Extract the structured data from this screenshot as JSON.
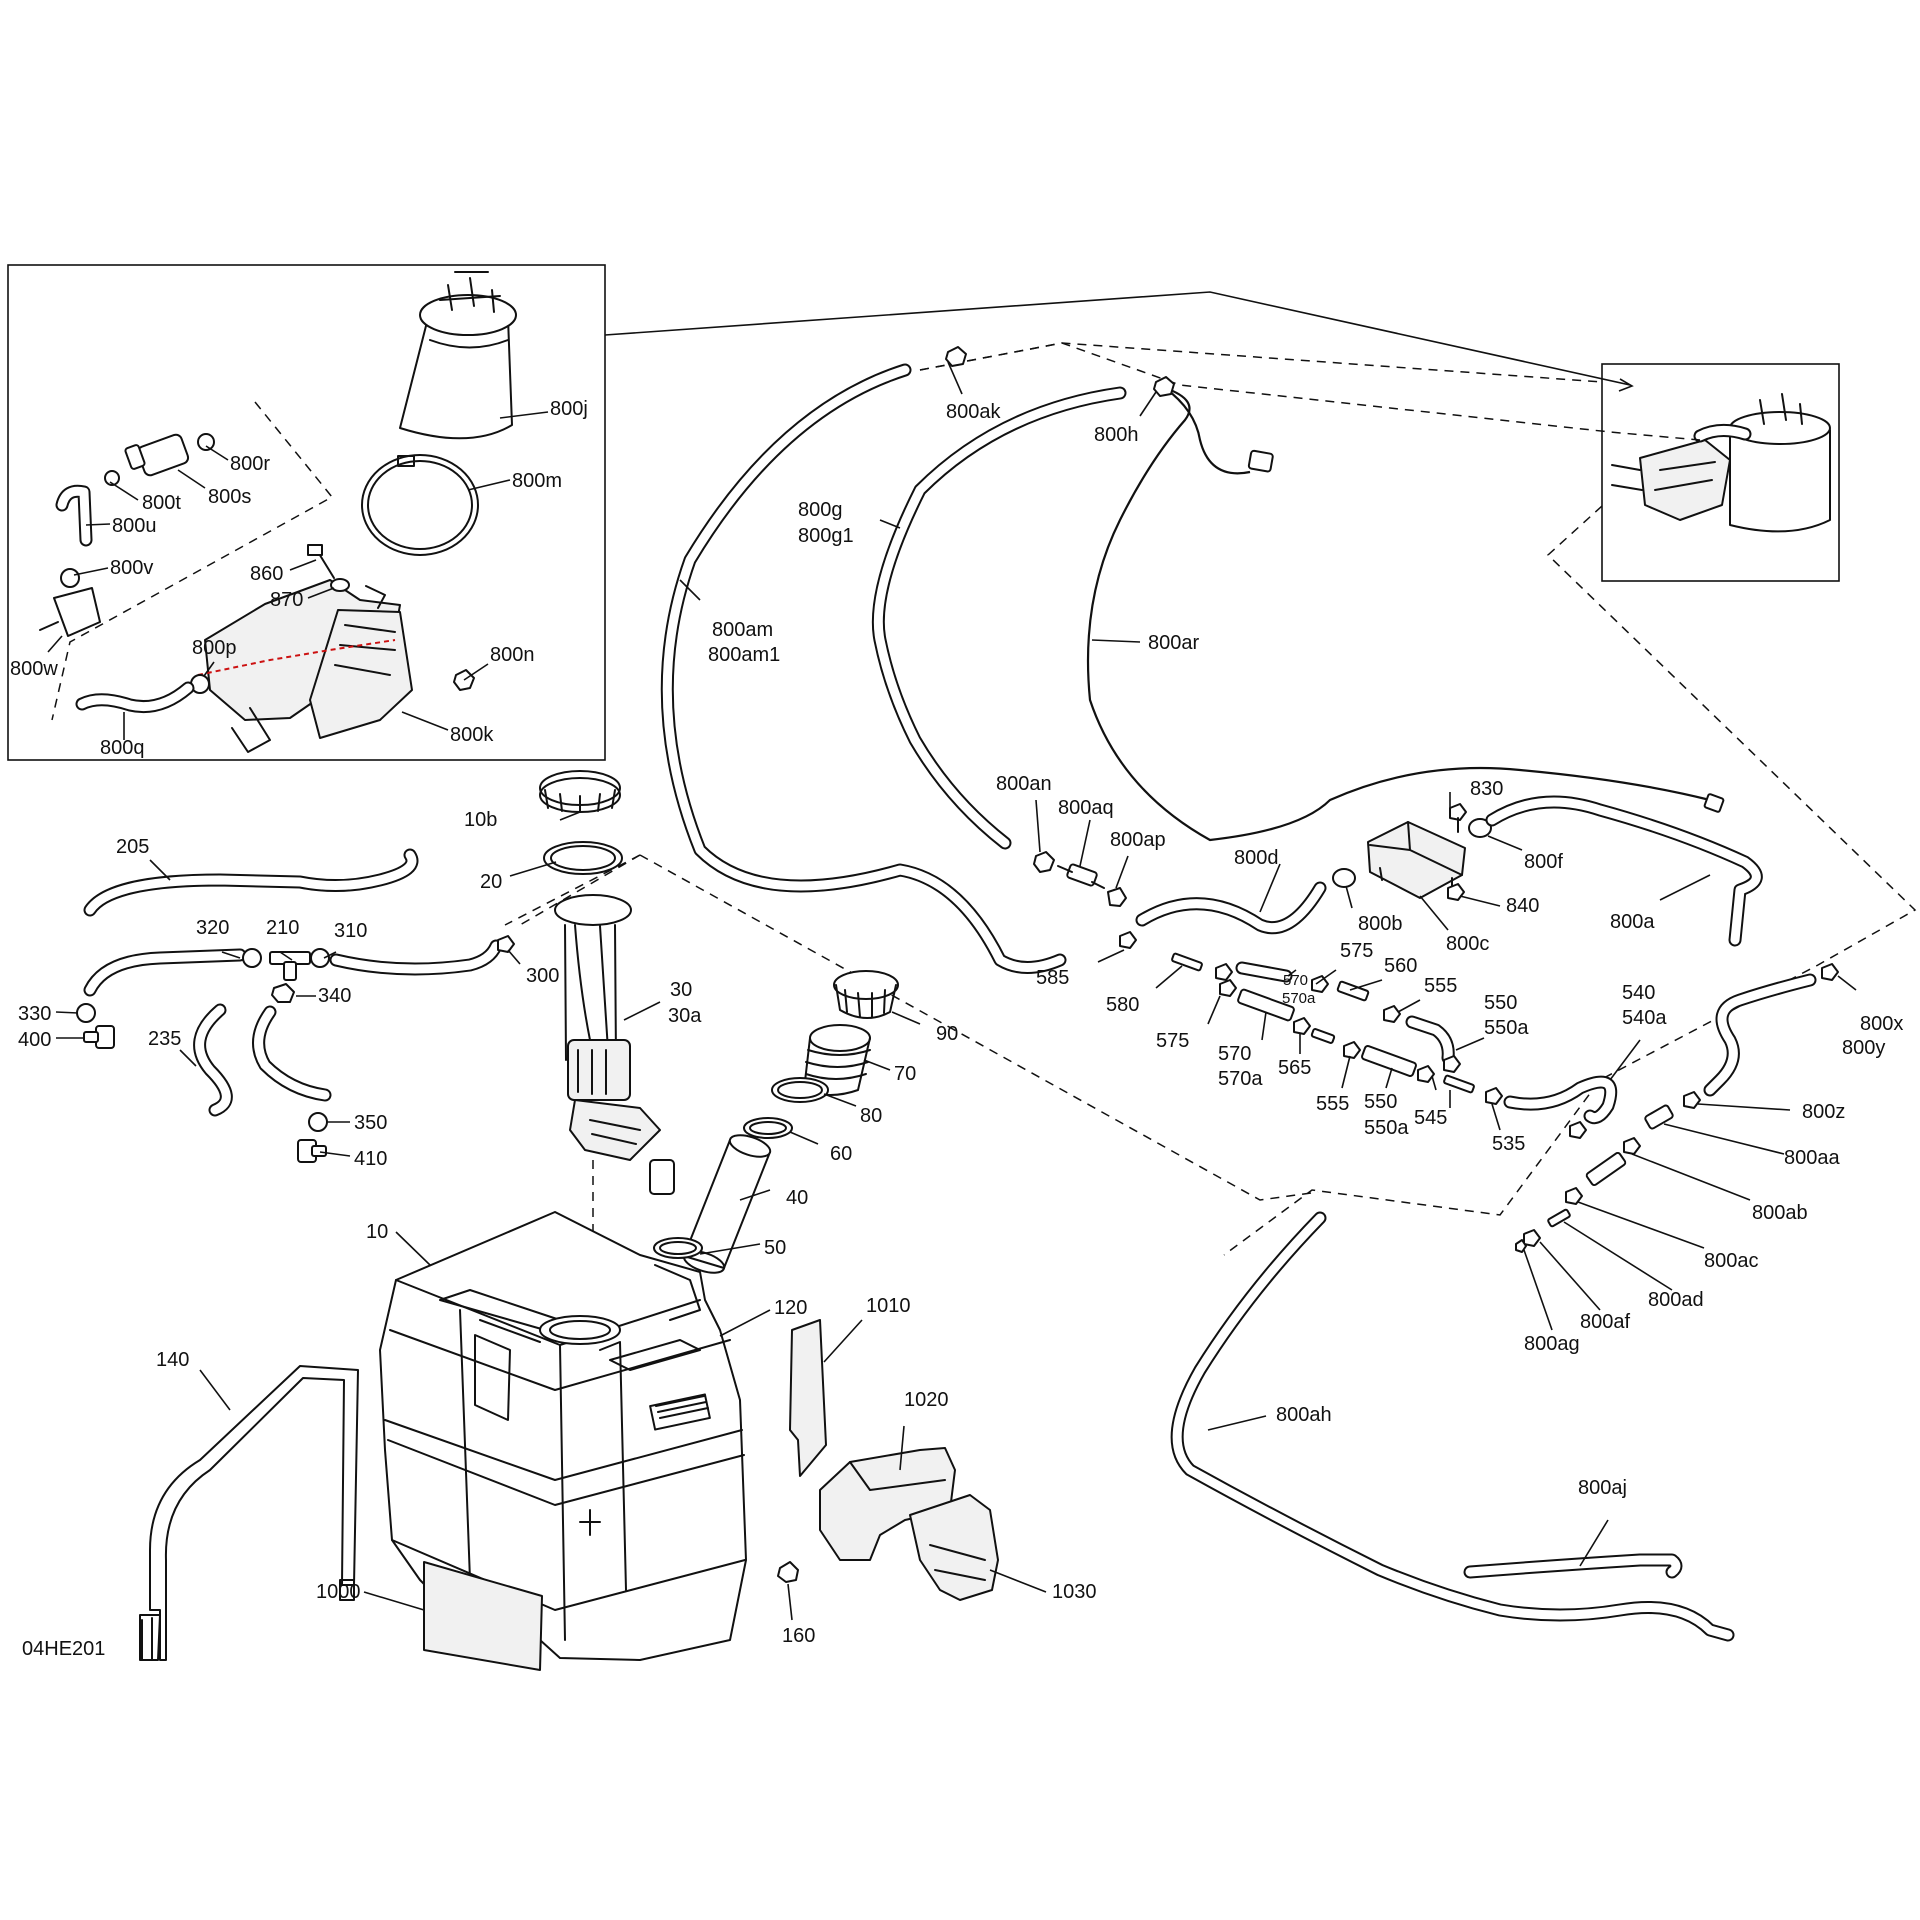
{
  "drawing": {
    "reference": "04HE201"
  },
  "callouts": {
    "c800j": "800j",
    "c800m": "800m",
    "c800r": "800r",
    "c800s": "800s",
    "c800t": "800t",
    "c800u": "800u",
    "c800v": "800v",
    "c800w": "800w",
    "c860": "860",
    "c870": "870",
    "c800p": "800p",
    "c800n": "800n",
    "c800q": "800q",
    "c800k": "800k",
    "c800ak": "800ak",
    "c800h": "800h",
    "c800g": "800g",
    "c800g1": "800g1",
    "c800am": "800am",
    "c800am1": "800am1",
    "c800ar": "800ar",
    "c800an": "800an",
    "c800aq": "800aq",
    "c800ap": "800ap",
    "c800d": "800d",
    "c830": "830",
    "c800f": "800f",
    "c840": "840",
    "c800b": "800b",
    "c800c": "800c",
    "c800a": "800a",
    "c585": "585",
    "c580": "580",
    "c570top": "570",
    "c570atop": "570a",
    "c575top": "575",
    "c560": "560",
    "c555top": "555",
    "c550top": "550",
    "c550atop": "550a",
    "c575bot": "575",
    "c570bot": "570",
    "c570abot": "570a",
    "c565": "565",
    "c555bot": "555",
    "c550bot": "550",
    "c550abot": "550a",
    "c545": "545",
    "c535": "535",
    "c540": "540",
    "c540a": "540a",
    "c800x": "800x",
    "c800y": "800y",
    "c800z": "800z",
    "c800aa": "800aa",
    "c800ab": "800ab",
    "c800ac": "800ac",
    "c800ad": "800ad",
    "c800af": "800af",
    "c800ag": "800ag",
    "c800ah": "800ah",
    "c800aj": "800aj",
    "c10b": "10b",
    "c20": "20",
    "c205": "205",
    "c320": "320",
    "c210": "210",
    "c310": "310",
    "c340": "340",
    "c300": "300",
    "c330": "330",
    "c400": "400",
    "c235": "235",
    "c350": "350",
    "c410": "410",
    "c30": "30",
    "c30a": "30a",
    "c90": "90",
    "c70": "70",
    "c80": "80",
    "c60": "60",
    "c40": "40",
    "c50": "50",
    "c10": "10",
    "c120": "120",
    "c1010": "1010",
    "c140": "140",
    "c1020": "1020",
    "c1000": "1000",
    "c160": "160",
    "c1030": "1030"
  }
}
